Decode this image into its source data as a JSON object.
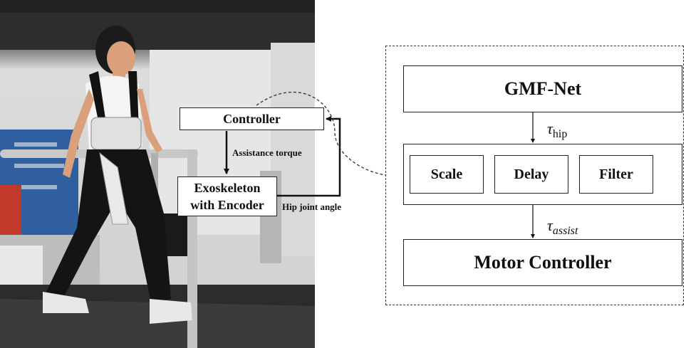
{
  "photo": {
    "controller_label": "Controller",
    "exoskeleton_label": [
      "Exoskeleton",
      "with Encoder"
    ],
    "assistance_label": "Assistance torque",
    "hip_angle_label": "Hip joint angle"
  },
  "pipeline": {
    "network_label": "GMF-Net",
    "tau_symbol": "τ",
    "tau_hip_subscript": "hip",
    "stages": [
      "Scale",
      "Delay",
      "Filter"
    ],
    "tau_assist_subscript": "assist",
    "motor_label": "Motor Controller"
  }
}
